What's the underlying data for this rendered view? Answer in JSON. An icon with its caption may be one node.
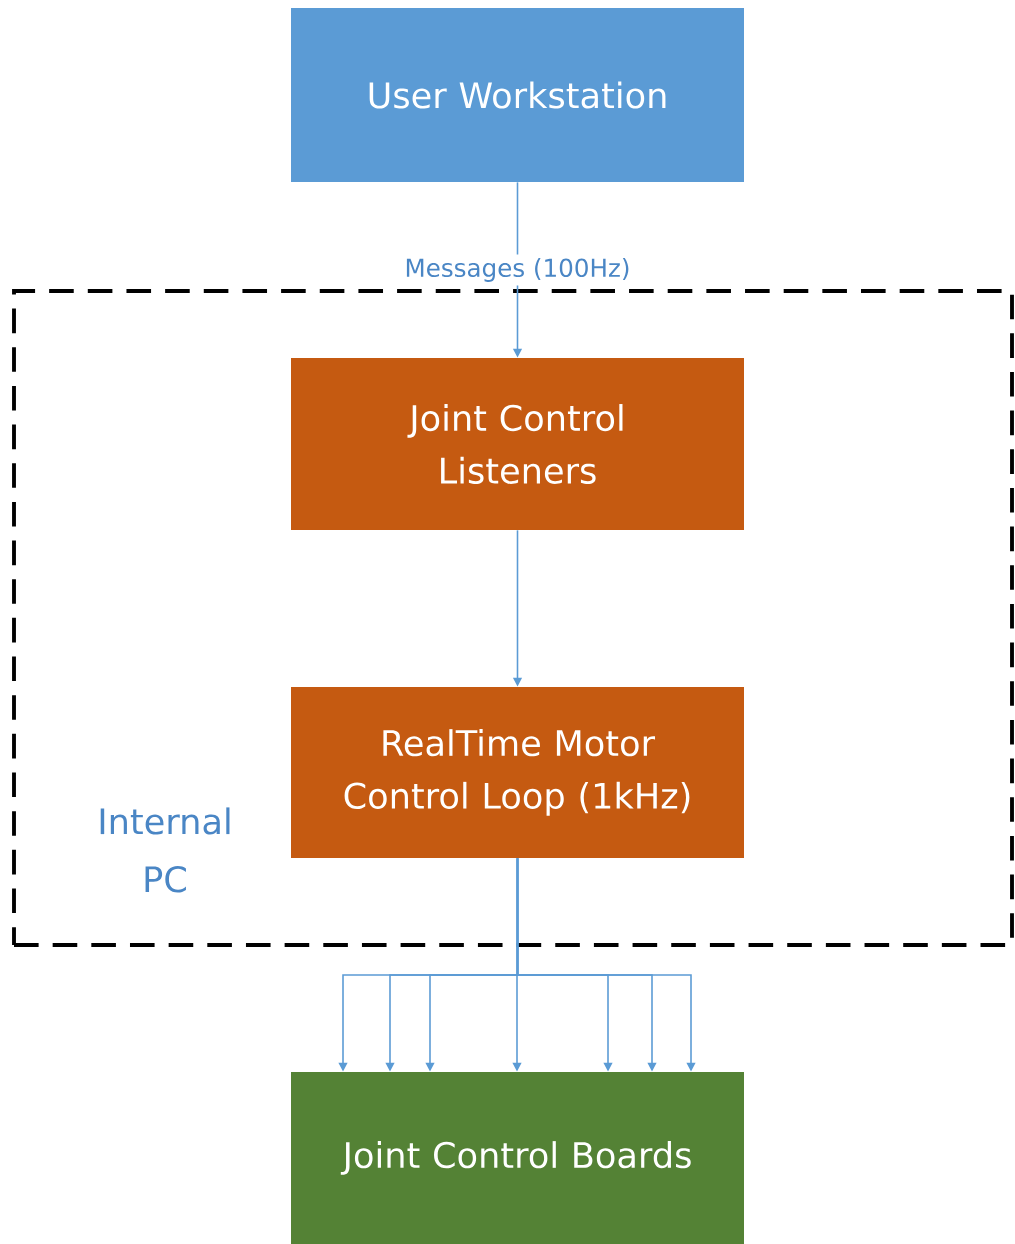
{
  "diagram": {
    "nodes": [
      {
        "text": [
          "User Workstation"
        ]
      },
      {
        "text": [
          "Internal PC"
        ]
      },
      {
        "text": [
          "Joint Control Listeners"
        ],
        "in": 1
      },
      {
        "text": [
          "RealTime Motor Control Loop (1kHz)"
        ],
        "in": 1
      },
      {
        "text": [
          "Joint Control Boards"
        ]
      }
    ],
    "edges": [
      {
        "from": 0,
        "to": 2,
        "arrow": "to",
        "label": "Messages (100Hz)"
      },
      {
        "from": 2,
        "to": 3,
        "arrow": "to"
      },
      {
        "from": 3,
        "to": 4,
        "arrow": "to"
      },
      {
        "from": 3,
        "to": 4,
        "arrow": "to"
      },
      {
        "from": 3,
        "to": 4,
        "arrow": "to"
      },
      {
        "from": 3,
        "to": 4,
        "arrow": "to"
      },
      {
        "from": 3,
        "to": 4,
        "arrow": "to"
      },
      {
        "from": 3,
        "to": 4,
        "arrow": "to"
      },
      {
        "from": 3,
        "to": 4,
        "arrow": "to"
      }
    ]
  }
}
